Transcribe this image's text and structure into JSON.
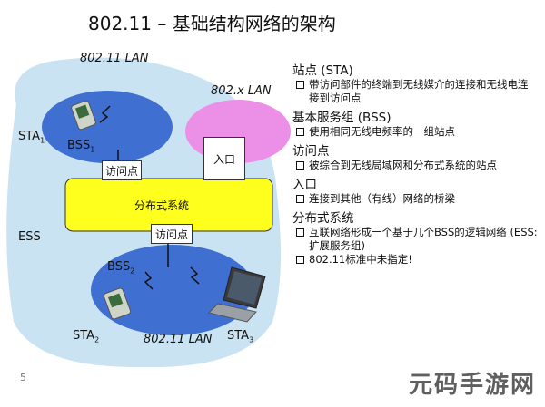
{
  "title": "802.11 – 基础结构网络的架构",
  "diagram": {
    "lan_top": "802.11 LAN",
    "lan_right": "802.x LAN",
    "sta1": "STA",
    "sta1_sub": "1",
    "bss1": "BSS",
    "bss1_sub": "1",
    "ap_top": "访问点",
    "portal": "入口",
    "distribution": "分布式系统",
    "ess": "ESS",
    "ap_bottom": "访问点",
    "bss2": "BSS",
    "bss2_sub": "2",
    "sta2": "STA",
    "sta2_sub": "2",
    "lan_bottom": "802.11 LAN",
    "sta3": "STA",
    "sta3_sub": "3"
  },
  "legend": [
    {
      "heading": "站点 (STA)",
      "items": [
        "带访问部件的终端到无线媒介的连接和无线电连接到访问点"
      ]
    },
    {
      "heading": "基本服务组 (BSS)",
      "items": [
        "使用相同无线电频率的一组站点"
      ]
    },
    {
      "heading": "访问点",
      "items": [
        "被综合到无线局域网和分布式系统的站点"
      ]
    },
    {
      "heading": "入口",
      "items": [
        "连接到其他（有线）网络的桥梁"
      ]
    },
    {
      "heading": "分布式系统",
      "items": [
        "互联网络形成一个基于几个BSS的逻辑网络 (ESS: 扩展服务组)",
        "802.11标准中未指定!"
      ]
    }
  ],
  "page_number": "5",
  "watermark": "元码手游网",
  "colors": {
    "ess_background": "#c9e3f2",
    "bss_ellipse": "#3f6fd1",
    "distribution": "#ffff1e",
    "lan_ellipse": "#ec8fe6"
  }
}
